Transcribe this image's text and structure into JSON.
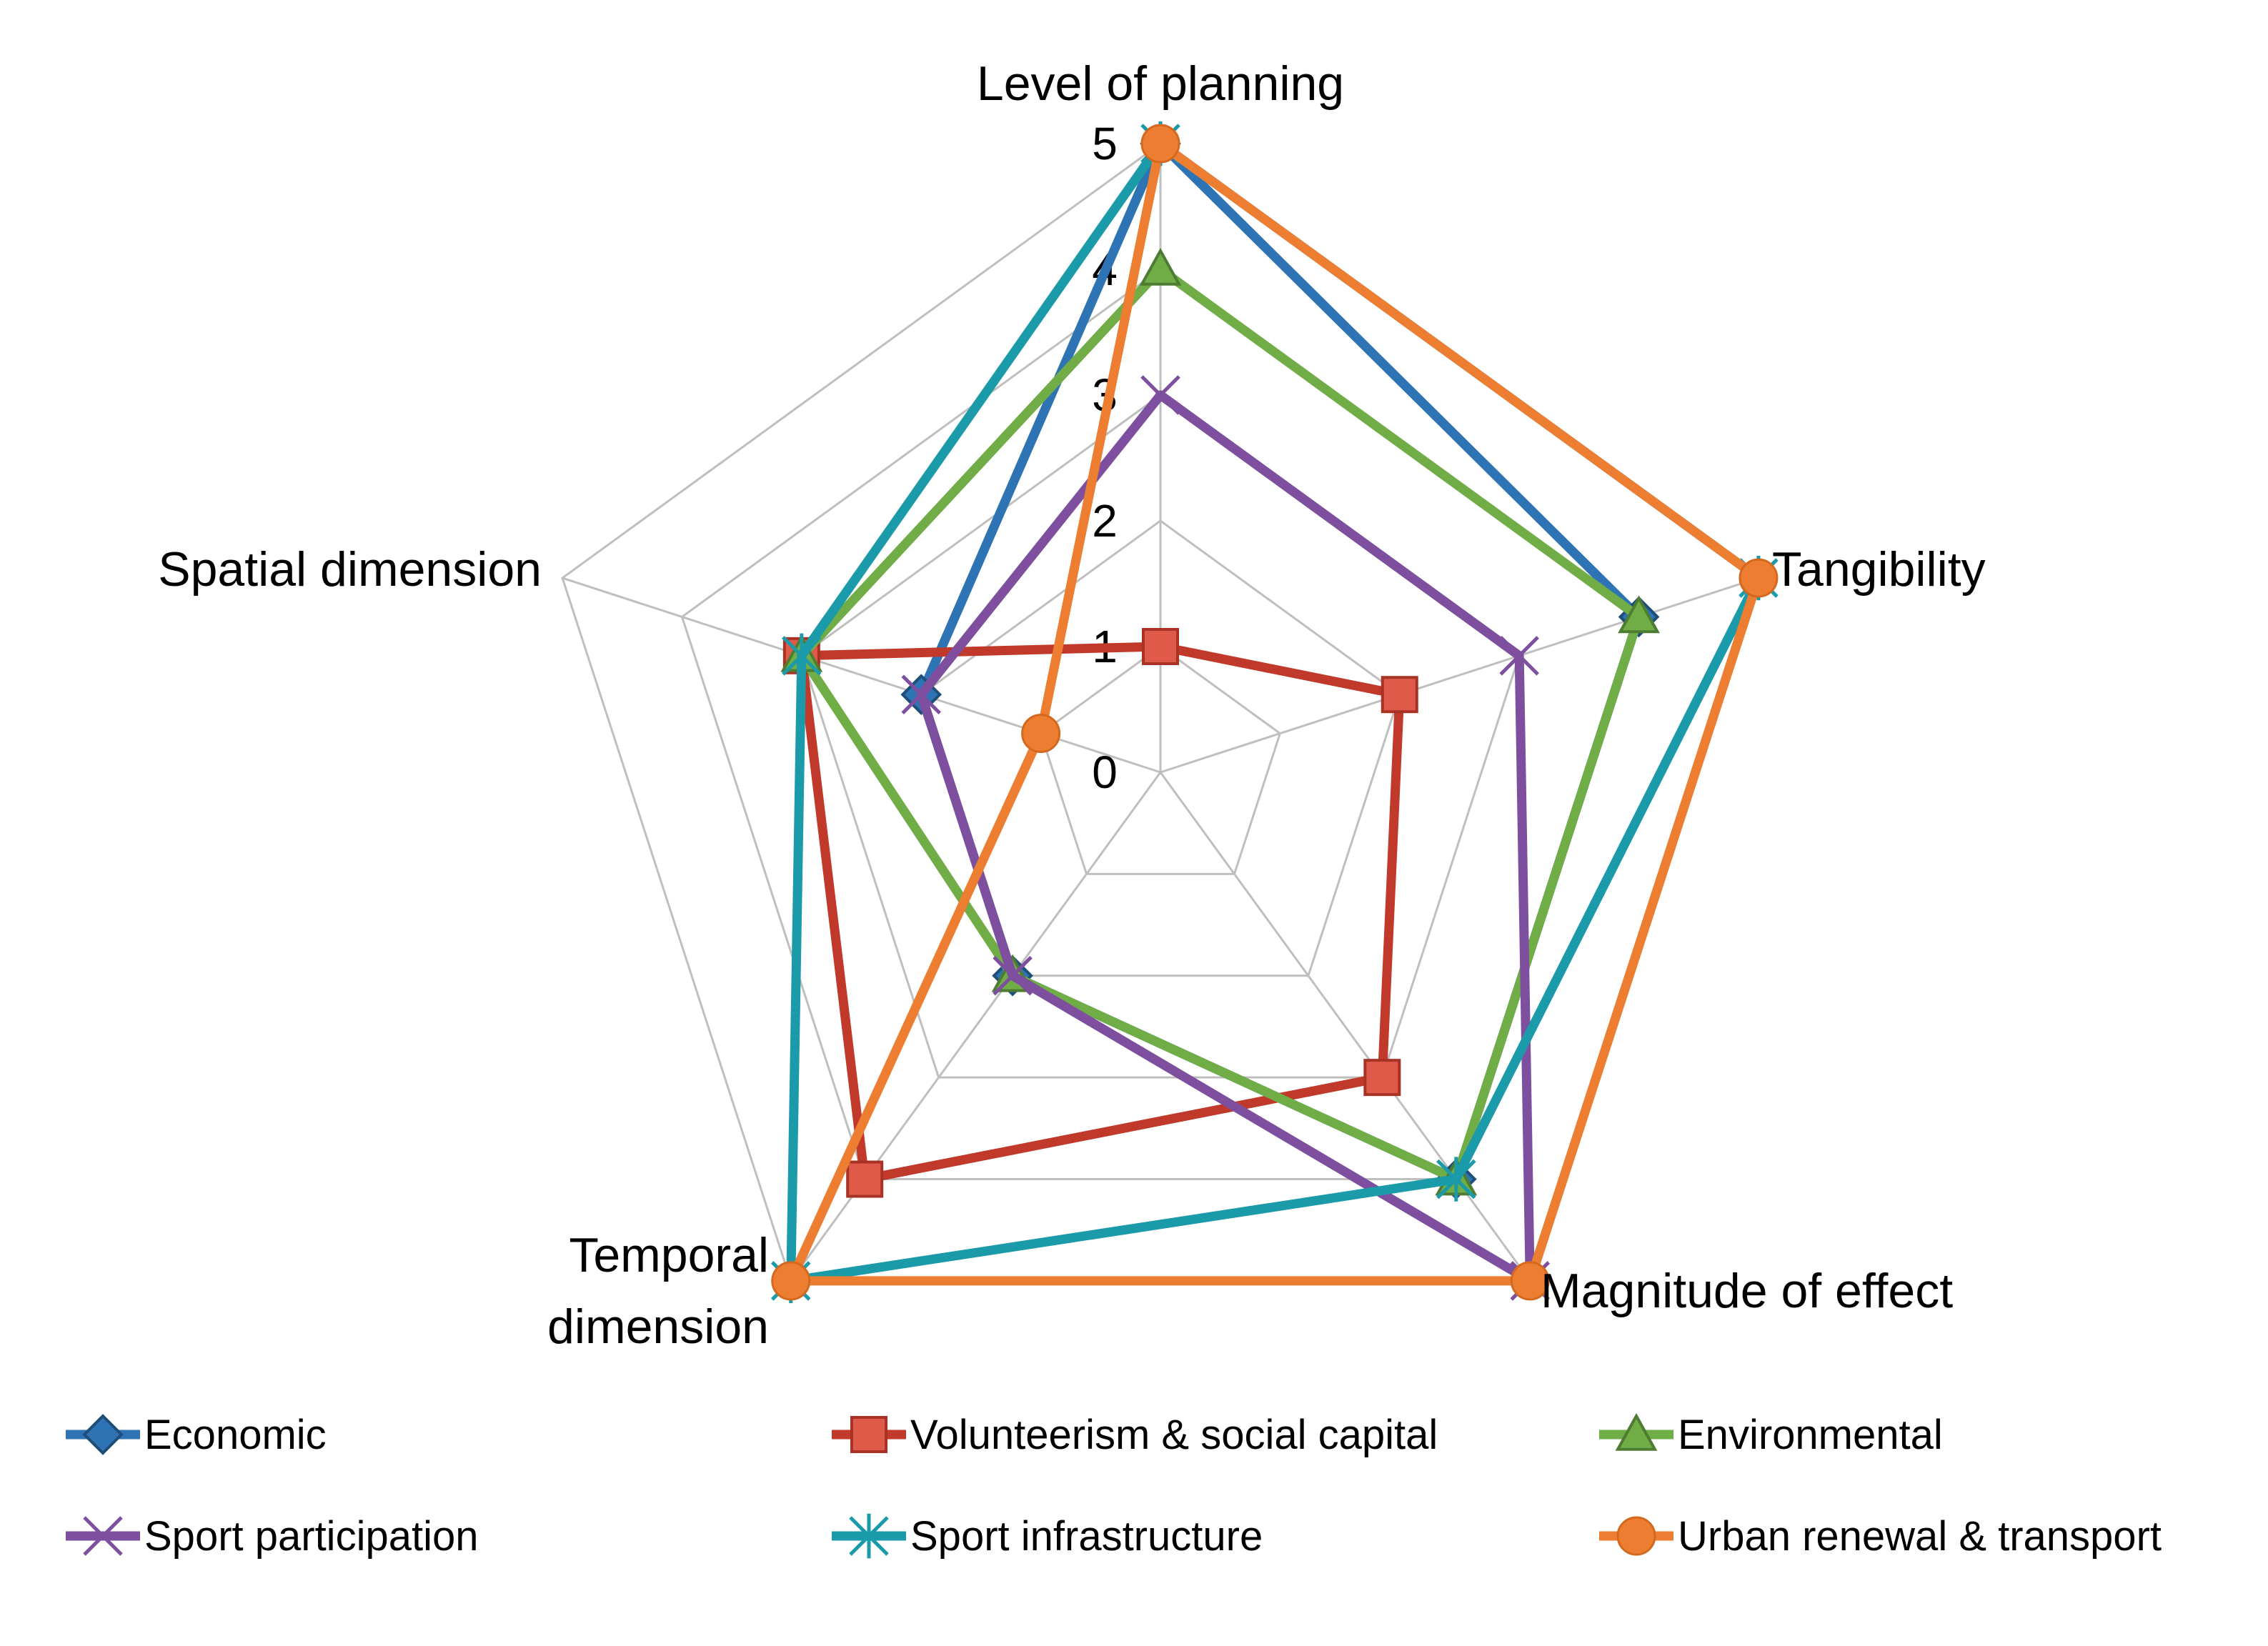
{
  "chart_data": {
    "type": "radar",
    "axes": [
      "Level of planning",
      "Tangibility",
      "Magnitude of effect",
      "Temporal dimension",
      "Spatial dimension"
    ],
    "axis_label_lines": [
      [
        "Level of planning"
      ],
      [
        "Tangibility"
      ],
      [
        "Magnitude of effect"
      ],
      [
        "Temporal",
        "dimension"
      ],
      [
        "Spatial dimension"
      ]
    ],
    "ticks": [
      "0",
      "1",
      "2",
      "3",
      "4",
      "5"
    ],
    "rmin": 0,
    "rmax": 5,
    "grid": true,
    "legend_position": "bottom",
    "series": [
      {
        "name": "Economic",
        "values": [
          5,
          4,
          4,
          2,
          2
        ],
        "color": "#2e74b5",
        "marker": "diamond"
      },
      {
        "name": "Volunteerism & social capital",
        "values": [
          1,
          2,
          3,
          4,
          3
        ],
        "color": "#c0392b",
        "marker": "square"
      },
      {
        "name": "Environmental",
        "values": [
          4,
          4,
          4,
          2,
          3
        ],
        "color": "#70ad47",
        "marker": "triangle"
      },
      {
        "name": "Sport participation",
        "values": [
          3,
          3,
          5,
          2,
          2
        ],
        "color": "#7d4f9e",
        "marker": "x"
      },
      {
        "name": "Sport infrastructure",
        "values": [
          5,
          5,
          4,
          5,
          3
        ],
        "color": "#1b9aaa",
        "marker": "star"
      },
      {
        "name": "Urban renewal & transport",
        "values": [
          5,
          5,
          5,
          5,
          1
        ],
        "color": "#ed7d31",
        "marker": "circle"
      }
    ]
  }
}
